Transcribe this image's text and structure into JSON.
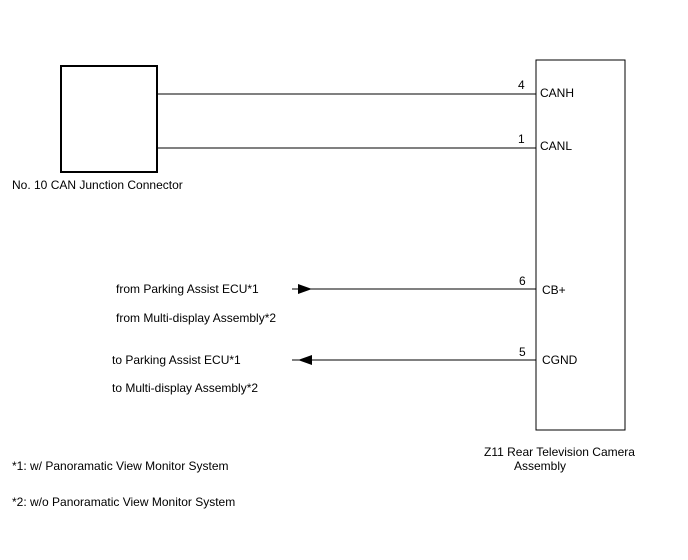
{
  "junction_connector": {
    "label": "No. 10 CAN Junction Connector"
  },
  "camera_assembly": {
    "label_line1": "Z11 Rear Television Camera",
    "label_line2": "Assembly"
  },
  "pins": [
    {
      "number": "4",
      "name": "CANH"
    },
    {
      "number": "1",
      "name": "CANL"
    },
    {
      "number": "6",
      "name": "CB+"
    },
    {
      "number": "5",
      "name": "CGND"
    }
  ],
  "signals": {
    "cb_from_line1": "from Parking Assist ECU*1",
    "cb_from_line2": "from Multi-display Assembly*2",
    "cgnd_to_line1": "to Parking Assist ECU*1",
    "cgnd_to_line2": "to Multi-display Assembly*2"
  },
  "notes": {
    "note1": "*1: w/ Panoramatic View Monitor System",
    "note2": "*2: w/o Panoramatic View Monitor System"
  }
}
